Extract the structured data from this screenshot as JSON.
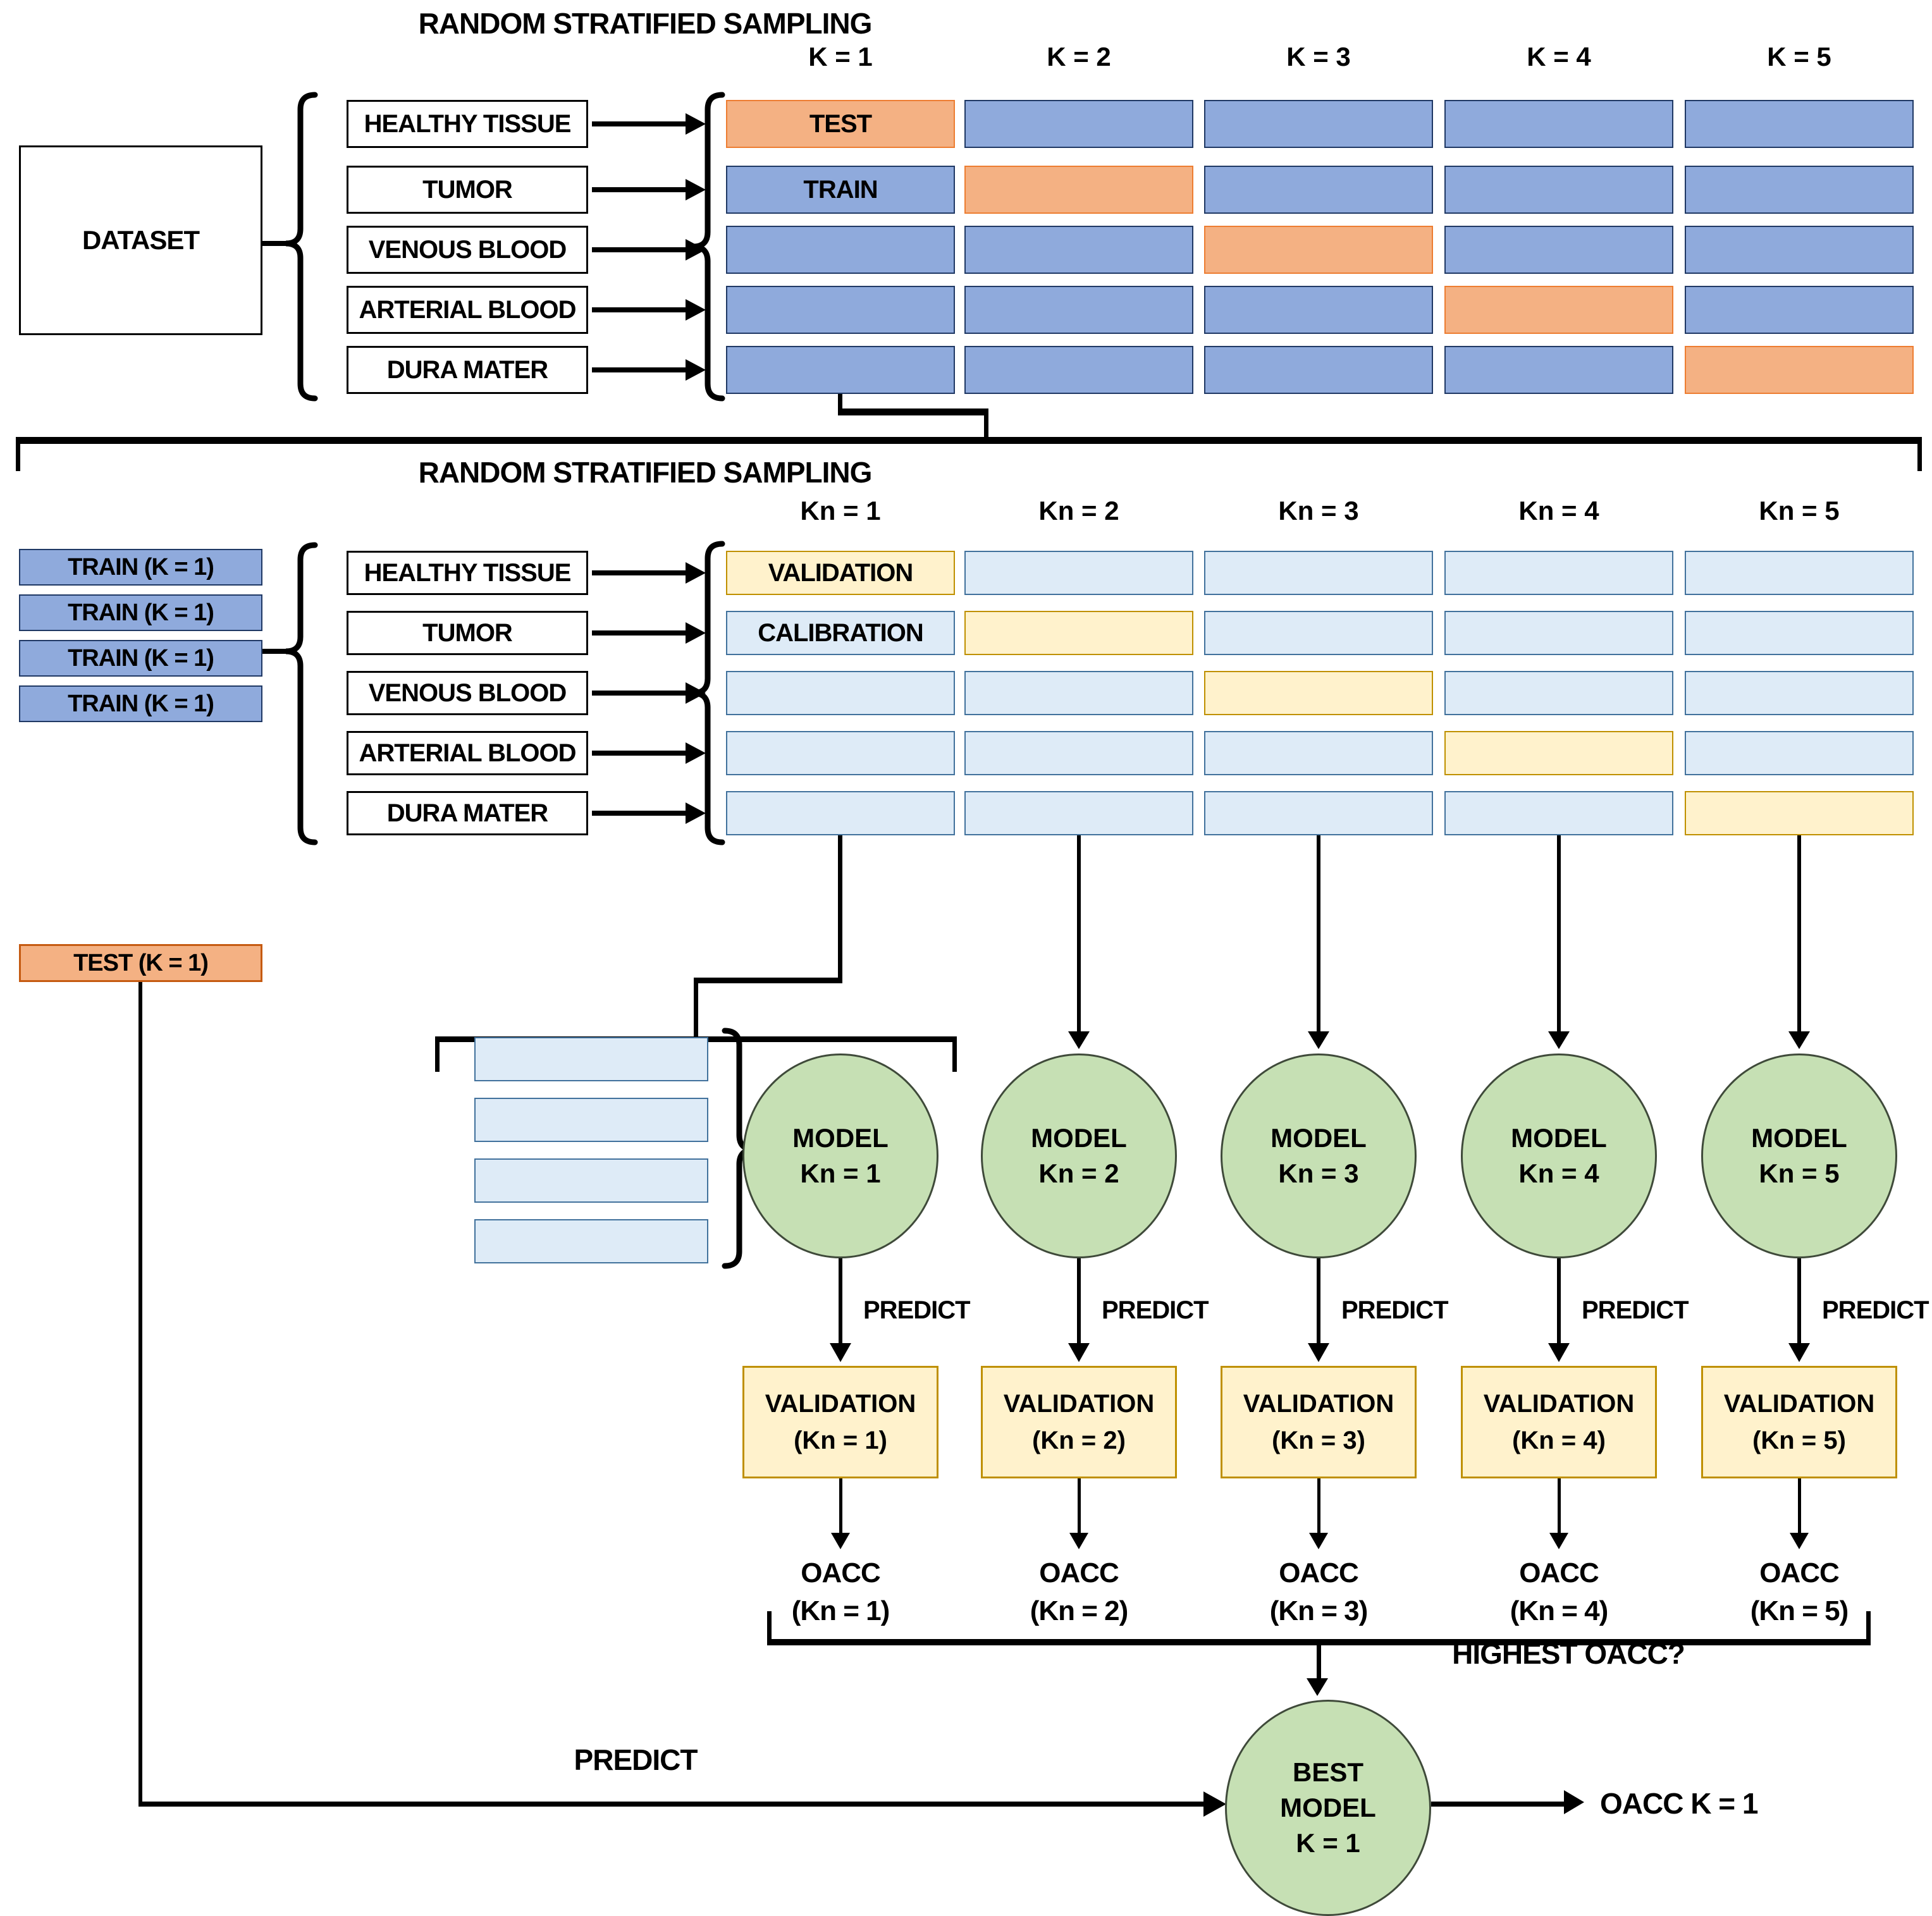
{
  "colors": {
    "blue_fill": "#8FAADC",
    "blue_border": "#1F3864",
    "orange_fill": "#F4B183",
    "orange_border": "#ED7D31",
    "lightblue_fill": "#DEEBF7",
    "lightblue_border": "#41719C",
    "yellow_fill": "#FFF2CC",
    "yellow_border": "#BF9000",
    "green_fill": "#C6E0B4",
    "green_border": "#3F4A3A"
  },
  "section1": {
    "title": "RANDOM STRATIFIED SAMPLING",
    "dataset_label": "DATASET",
    "fold_headers": [
      "K = 1",
      "K = 2",
      "K = 3",
      "K = 4",
      "K = 5"
    ],
    "tissues": [
      "HEALTHY TISSUE",
      "TUMOR",
      "VENOUS BLOOD",
      "ARTERIAL BLOOD",
      "DURA MATER"
    ],
    "highlight_cells": [
      [
        0,
        0
      ],
      [
        1,
        1
      ],
      [
        2,
        2
      ],
      [
        3,
        3
      ],
      [
        4,
        4
      ]
    ],
    "cell_labels": [
      {
        "row": 0,
        "col": 0,
        "text": "TEST"
      },
      {
        "row": 1,
        "col": 0,
        "text": "TRAIN"
      }
    ]
  },
  "section2": {
    "title": "RANDOM STRATIFIED SAMPLING",
    "train_boxes": [
      "TRAIN (K = 1)",
      "TRAIN (K = 1)",
      "TRAIN (K = 1)",
      "TRAIN (K = 1)"
    ],
    "fold_headers": [
      "Kn = 1",
      "Kn = 2",
      "Kn = 3",
      "Kn = 4",
      "Kn = 5"
    ],
    "tissues": [
      "HEALTHY TISSUE",
      "TUMOR",
      "VENOUS BLOOD",
      "ARTERIAL BLOOD",
      "DURA MATER"
    ],
    "highlight_cells": [
      [
        0,
        0
      ],
      [
        1,
        1
      ],
      [
        2,
        2
      ],
      [
        3,
        3
      ],
      [
        4,
        4
      ]
    ],
    "cell_labels": [
      {
        "row": 0,
        "col": 0,
        "text": "VALIDATION"
      },
      {
        "row": 1,
        "col": 0,
        "text": "CALIBRATION"
      }
    ],
    "subset_box_count": 4
  },
  "test_box_label": "TEST (K = 1)",
  "predict_label": "PREDICT",
  "models": [
    {
      "line1": "MODEL",
      "line2": "Kn = 1"
    },
    {
      "line1": "MODEL",
      "line2": "Kn = 2"
    },
    {
      "line1": "MODEL",
      "line2": "Kn = 3"
    },
    {
      "line1": "MODEL",
      "line2": "Kn = 4"
    },
    {
      "line1": "MODEL",
      "line2": "Kn = 5"
    }
  ],
  "validation_results": [
    {
      "line1": "VALIDATION",
      "line2": "(Kn = 1)"
    },
    {
      "line1": "VALIDATION",
      "line2": "(Kn = 2)"
    },
    {
      "line1": "VALIDATION",
      "line2": "(Kn = 3)"
    },
    {
      "line1": "VALIDATION",
      "line2": "(Kn = 4)"
    },
    {
      "line1": "VALIDATION",
      "line2": "(Kn = 5)"
    }
  ],
  "oacc_results": [
    {
      "line1": "OACC",
      "line2": "(Kn = 1)"
    },
    {
      "line1": "OACC",
      "line2": "(Kn = 2)"
    },
    {
      "line1": "OACC",
      "line2": "(Kn = 3)"
    },
    {
      "line1": "OACC",
      "line2": "(Kn = 4)"
    },
    {
      "line1": "OACC",
      "line2": "(Kn = 5)"
    }
  ],
  "final": {
    "question": "HIGHEST OACC?",
    "predict_label": "PREDICT",
    "best_model": {
      "line1": "BEST",
      "line2": "MODEL",
      "line3": "K = 1"
    },
    "output_label": "OACC K = 1"
  }
}
